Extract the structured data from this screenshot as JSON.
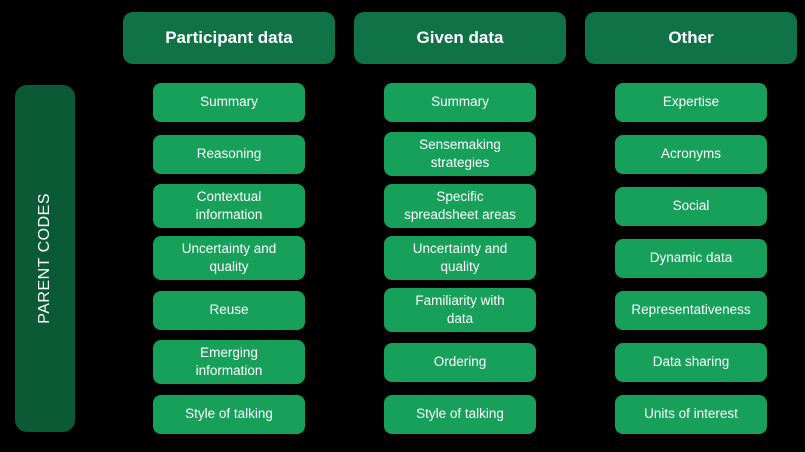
{
  "diagram": {
    "background": "#000000"
  },
  "colors": {
    "header_green": "#107247",
    "box_green": "#17a05a",
    "bar_green": "#0b5a36",
    "text_white": "#ffffff"
  },
  "parent_axis": {
    "label": "PARENT CODES"
  },
  "columns": [
    {
      "header": "Participant data",
      "items": [
        "Summary",
        "Reasoning",
        "Contextual\ninformation",
        "Uncertainty and\nquality",
        "Reuse",
        "Emerging\ninformation",
        "Style of talking"
      ]
    },
    {
      "header": "Given data",
      "items": [
        "Summary",
        "Sensemaking\nstrategies",
        "Specific\nspreadsheet areas",
        "Uncertainty and\nquality",
        "Familiarity with\ndata",
        "Ordering",
        "Style of talking"
      ]
    },
    {
      "header": "Other",
      "items": [
        "Expertise",
        "Acronyms",
        "Social",
        "Dynamic data",
        "Representativeness",
        "Data sharing",
        "Units of interest"
      ]
    }
  ]
}
